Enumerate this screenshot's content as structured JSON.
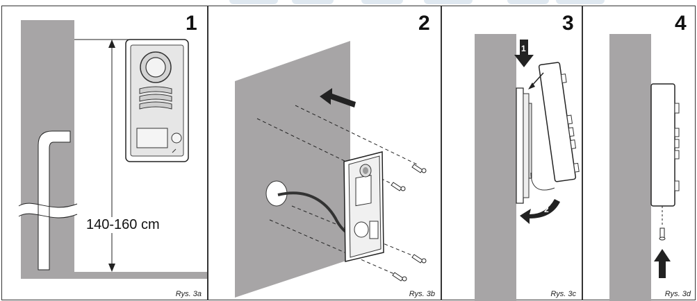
{
  "panels": [
    {
      "number": "1",
      "caption": "Rys. 3a",
      "measurement": "140-160 cm"
    },
    {
      "number": "2",
      "caption": "Rys. 3b"
    },
    {
      "number": "3",
      "caption": "Rys. 3c",
      "steps": [
        "1",
        "2"
      ]
    },
    {
      "number": "4",
      "caption": "Rys. 3d"
    }
  ],
  "colors": {
    "wall": "#a7a5a6",
    "line": "#1a1a1a",
    "arrow": "#222222"
  }
}
